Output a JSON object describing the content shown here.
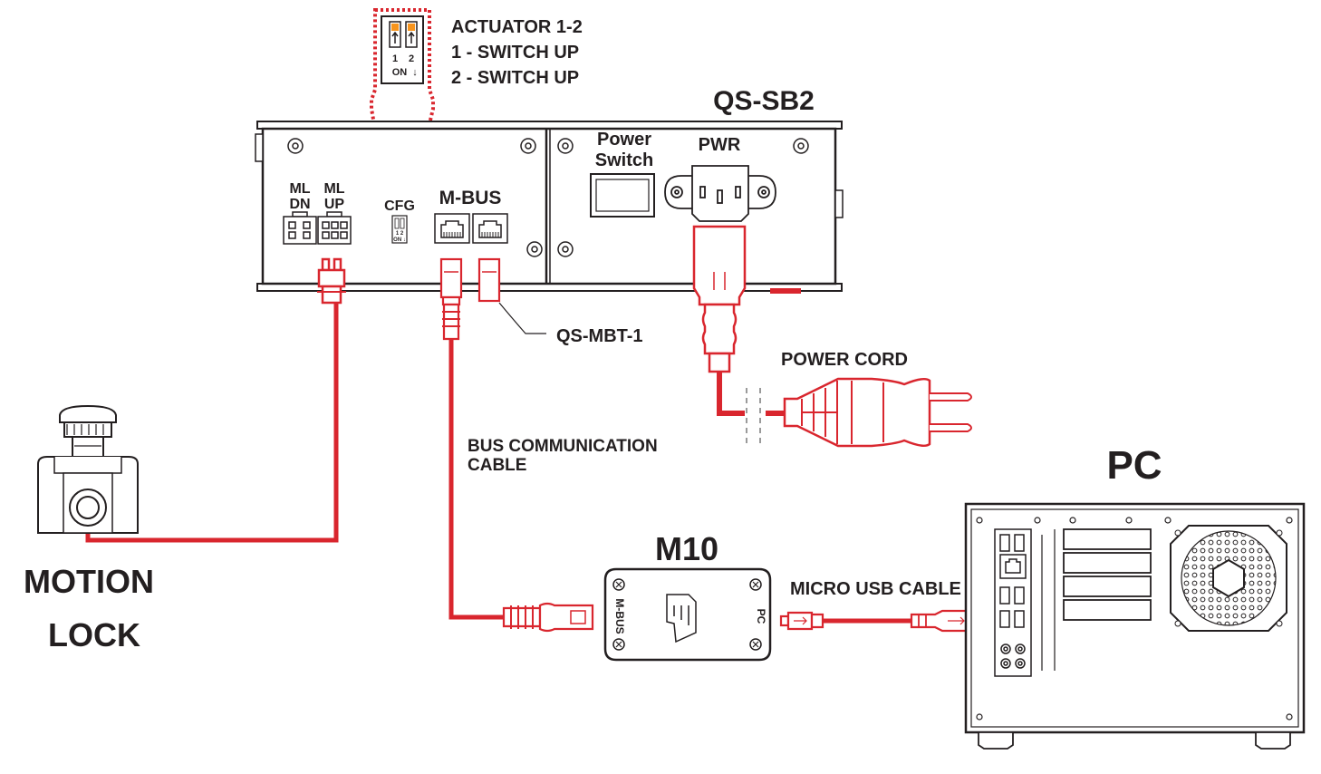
{
  "colors": {
    "cable_red": "#d9262e",
    "outline": "#231f20",
    "orange": "#f7941d",
    "white": "#ffffff",
    "gray": "#9a9a9a"
  },
  "dip": {
    "switch_numbers": [
      "1",
      "2"
    ],
    "on_label": "ON",
    "arrow_glyph": "↓",
    "caption": [
      "ACTUATOR 1-2",
      "1 - SWITCH UP",
      "2 - SWITCH UP"
    ]
  },
  "sb2": {
    "title": "QS-SB2",
    "ml_dn": [
      "ML",
      "DN"
    ],
    "ml_up": [
      "ML",
      "UP"
    ],
    "cfg": "CFG",
    "mbus": "M-BUS",
    "power_switch": [
      "Power",
      "Switch"
    ],
    "pwr": "PWR",
    "mini_dip_numbers": "1  2",
    "mini_dip_on": "ON ↓"
  },
  "labels": {
    "terminator": "QS-MBT-1",
    "power_cord": "POWER CORD",
    "bus_cable": [
      "BUS COMMUNICATION",
      "CABLE"
    ],
    "usb_cable": "MICRO USB CABLE",
    "motion_lock": [
      "MOTION",
      "LOCK"
    ],
    "pc": "PC"
  },
  "m10": {
    "title": "M10",
    "left_port": "M-BUS",
    "right_port": "PC"
  },
  "icons": [
    "dip-switch-icon",
    "ethernet-port-icon",
    "iec-inlet-icon",
    "power-plug-icon",
    "emergency-stop-icon",
    "usb-plug-icon",
    "fan-grille-icon"
  ]
}
